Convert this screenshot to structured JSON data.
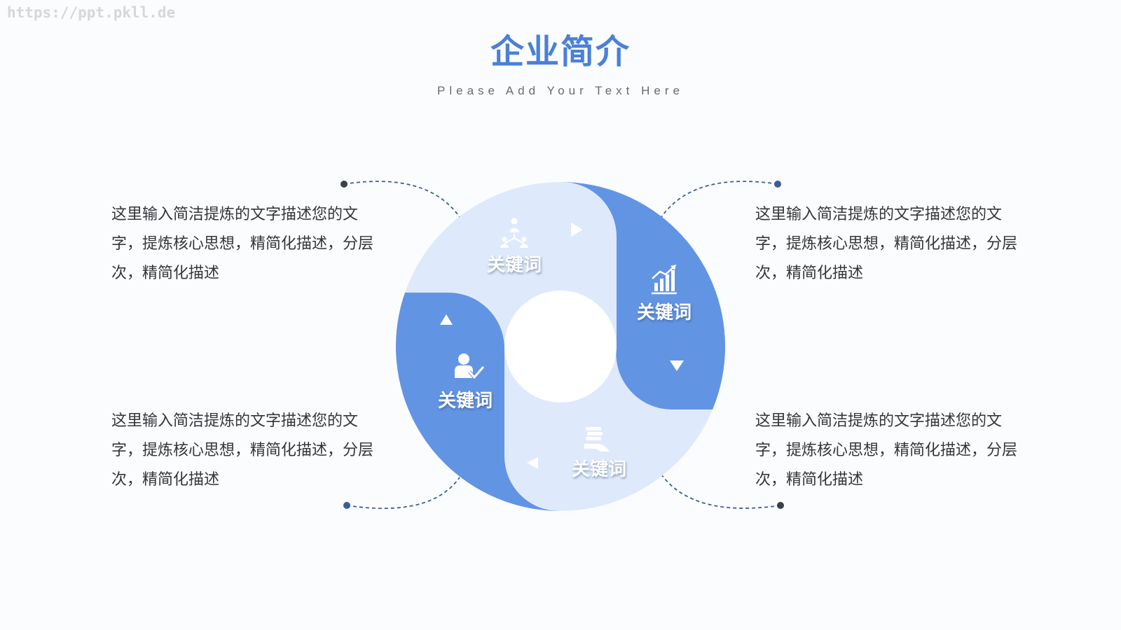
{
  "watermark": "https://ppt.pkll.de",
  "header": {
    "title": "企业简介",
    "subtitle": "Please Add Your Text Here"
  },
  "colors": {
    "primary": "#6294e4",
    "light": "#deeafb",
    "title": "#4a80d8",
    "connector": "#3a5e9a"
  },
  "segments": [
    {
      "id": "top",
      "label": "关键词",
      "icon": "network-hierarchy-icon",
      "arrow": "arrow-right-icon"
    },
    {
      "id": "right",
      "label": "关键词",
      "icon": "bar-chart-growth-icon",
      "arrow": "arrow-down-icon"
    },
    {
      "id": "bottom",
      "label": "关键词",
      "icon": "hand-coins-icon",
      "arrow": "arrow-left-icon"
    },
    {
      "id": "left",
      "label": "关键词",
      "icon": "user-check-icon",
      "arrow": "arrow-up-icon"
    }
  ],
  "descriptions": {
    "top_left": "这里输入简洁提炼的文字描述您的文字，提炼核心思想，精简化描述，分层次，精简化描述",
    "top_right": "这里输入简洁提炼的文字描述您的文字，提炼核心思想，精简化描述，分层次，精简化描述",
    "bottom_left": "这里输入简洁提炼的文字描述您的文字，提炼核心思想，精简化描述，分层次，精简化描述",
    "bottom_right": "这里输入简洁提炼的文字描述您的文字，提炼核心思想，精简化描述，分层次，精简化描述"
  }
}
